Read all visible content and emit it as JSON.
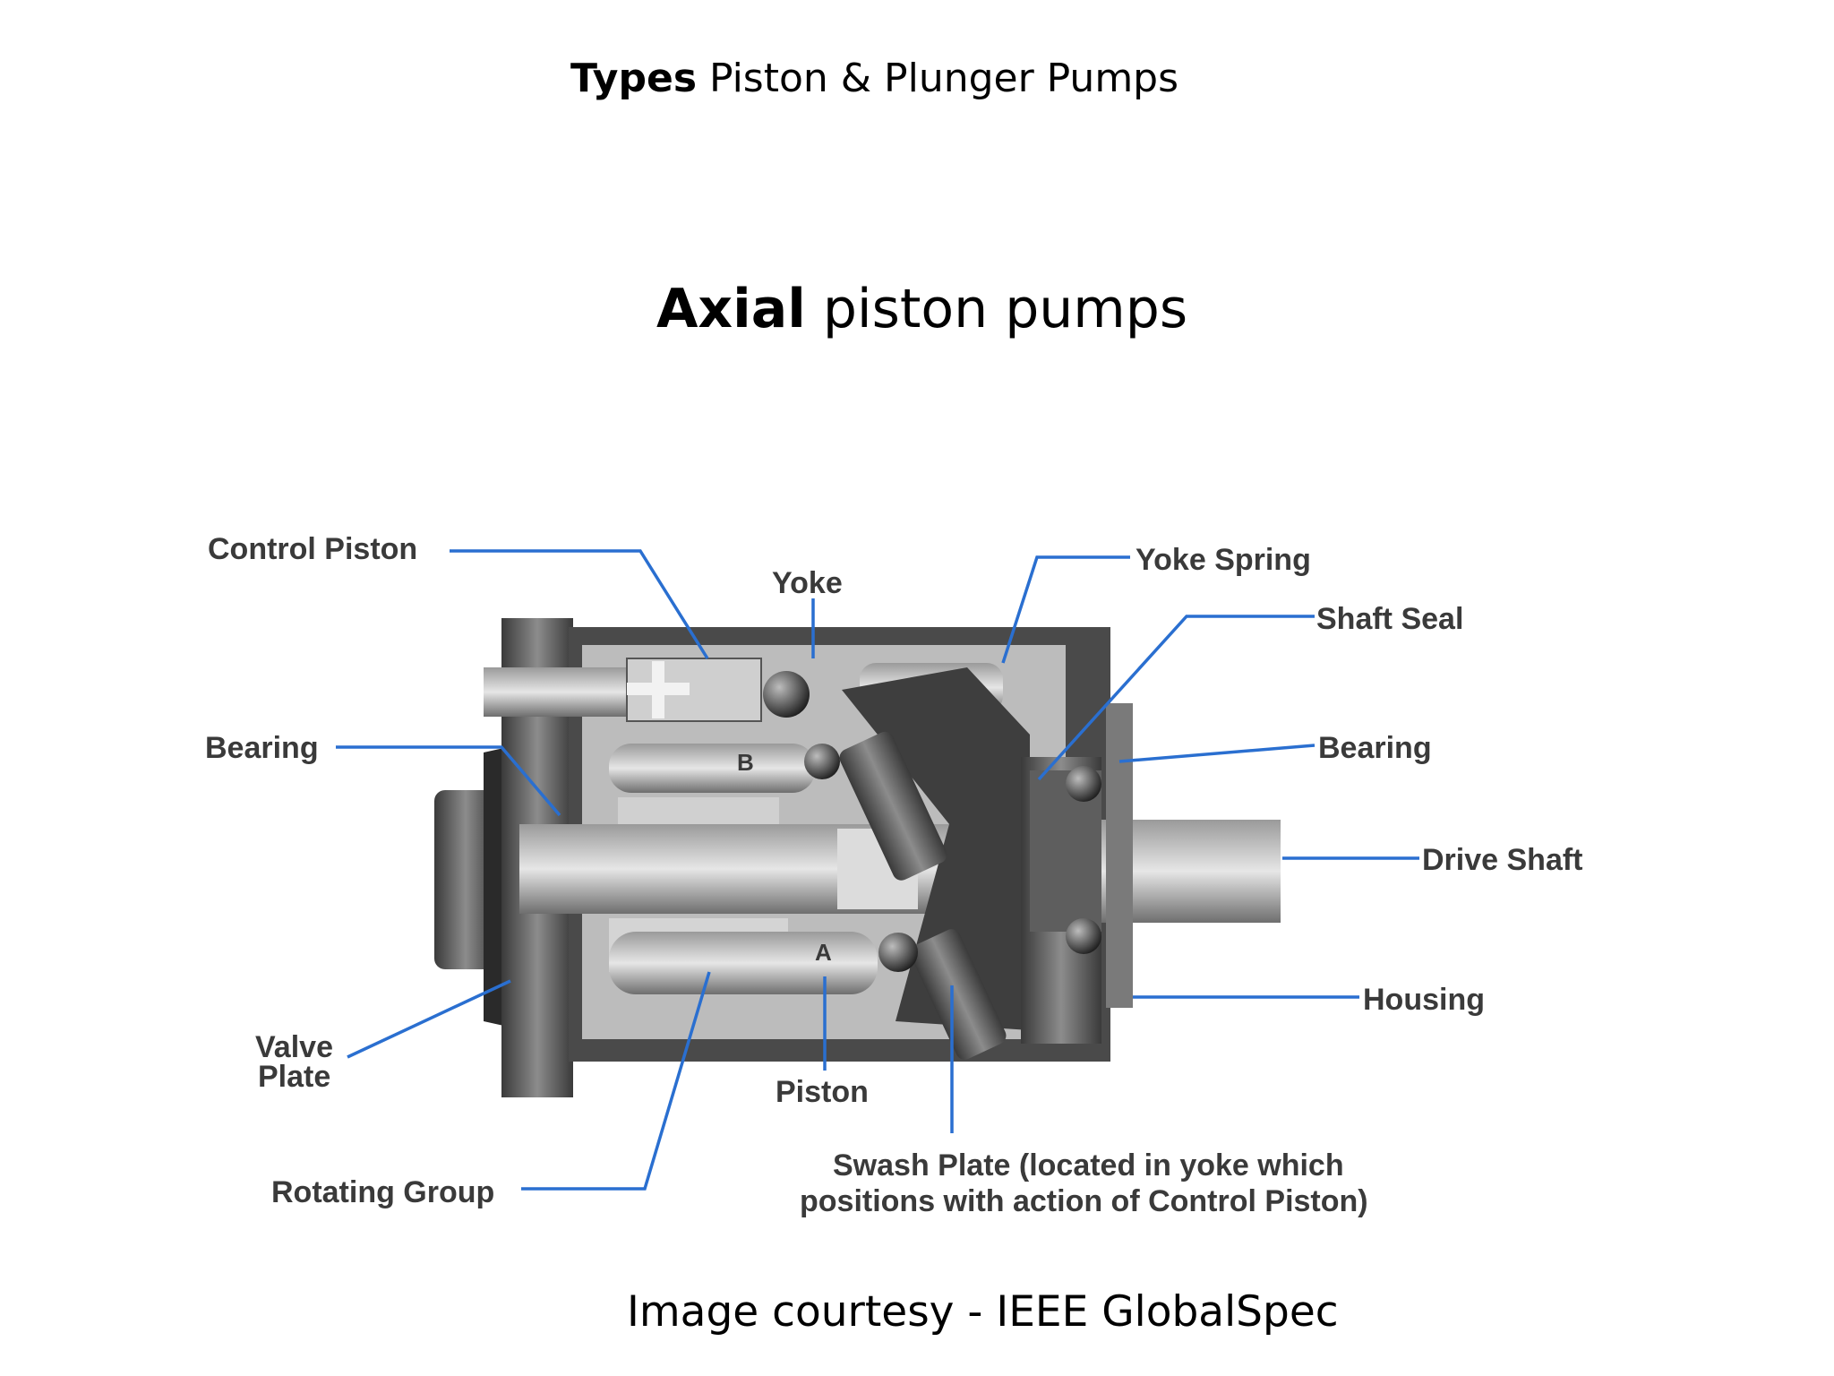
{
  "header": {
    "bold": "Types",
    "rest": " Piston & Plunger Pumps"
  },
  "title": {
    "bold": "Axial",
    "rest": " piston pumps"
  },
  "credit": "Image courtesy  - IEEE GlobalSpec",
  "diagram": {
    "labels": {
      "control_piston": "Control Piston",
      "yoke": "Yoke",
      "yoke_spring": "Yoke Spring",
      "shaft_seal": "Shaft Seal",
      "bearing_left": "Bearing",
      "bearing_right": "Bearing",
      "drive_shaft": "Drive Shaft",
      "housing": "Housing",
      "valve_plate_1": "Valve",
      "valve_plate_2": "Plate",
      "piston": "Piston",
      "rotating_group": "Rotating Group",
      "swash_plate_1": "Swash Plate (located in yoke which",
      "swash_plate_2": "positions with action of Control Piston)",
      "chamber_a": "A",
      "chamber_b": "B"
    },
    "colors": {
      "leader": "#2a6fd0",
      "label": "#3a3a3a"
    }
  }
}
